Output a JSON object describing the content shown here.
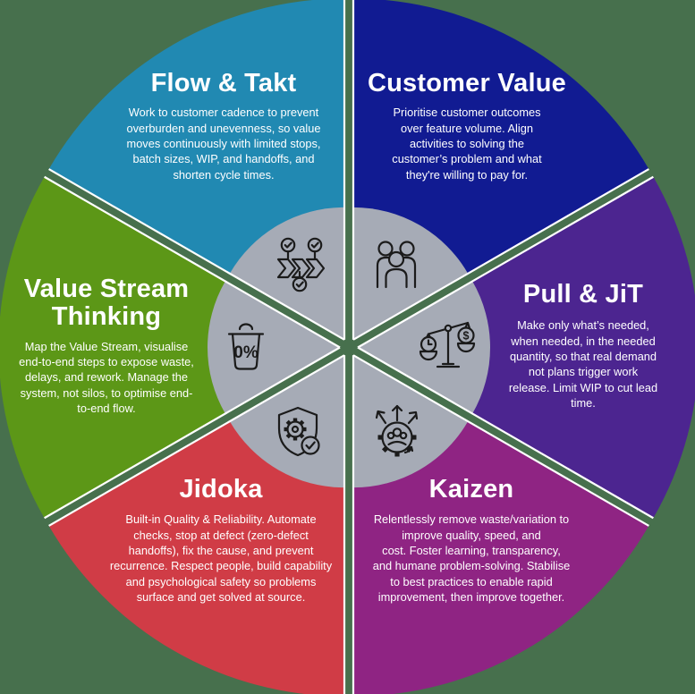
{
  "colors": {
    "background": "#47704d",
    "center_circle": "#a6abb6",
    "icon_stroke": "#1b1b1b",
    "divider": "#ffffff",
    "text": "#ffffff"
  },
  "sectors": [
    {
      "id": "flow-takt",
      "title": "Flow & Takt",
      "body": "Work to customer cadence to prevent\noverburden and unevenness, so value\nmoves continuously with limited stops,\nbatch sizes, WIP, and handoffs, and\nshorten cycle times.",
      "color": "#2189b2",
      "icon": "process-flow-checks-icon"
    },
    {
      "id": "customer-value",
      "title": "Customer Value",
      "body": "Prioritise customer outcomes\nover feature volume. Align\nactivities to solving the\ncustomer’s problem and what\nthey're willing to pay for.",
      "color": "#111b92",
      "icon": "people-group-icon"
    },
    {
      "id": "pull-jit",
      "title": "Pull & JiT",
      "body": "Make only what’s needed,\nwhen needed, in the needed\nquantity, so that real demand\nnot plans trigger work\nrelease. Limit WIP to cut lead\ntime.",
      "color": "#4c2590",
      "icon": "balance-time-money-icon"
    },
    {
      "id": "kaizen",
      "title": "Kaizen",
      "body": "Relentlessly remove waste/variation to\nimprove quality, speed, and\ncost.  Foster learning, transparency,\nand humane problem-solving. Stabilise\nto best practices to enable rapid\nimprovement, then improve together.",
      "color": "#8f2483",
      "icon": "gear-people-arrows-icon"
    },
    {
      "id": "jidoka",
      "title": "Jidoka",
      "body": "Built-in Quality & Reliability.  Automate\nchecks, stop at defect (zero-defect\nhandoffs), fix the cause, and prevent\nrecurrence. Respect people, build capability\nand psychological safety so problems\nsurface and get solved at source.",
      "color": "#d03c46",
      "icon": "shield-gear-check-icon"
    },
    {
      "id": "vst",
      "title": "Value Stream\nThinking",
      "body": "Map the Value Stream, visualise\nend-to-end steps to expose waste,\ndelays, and rework.  Manage the\nsystem, not silos, to optimise end-\nto-end flow.",
      "color": "#5c9717",
      "icon": "zero-waste-bin-icon"
    }
  ],
  "center": {
    "zero_percent_label": "0%",
    "dollar_label": "$"
  }
}
